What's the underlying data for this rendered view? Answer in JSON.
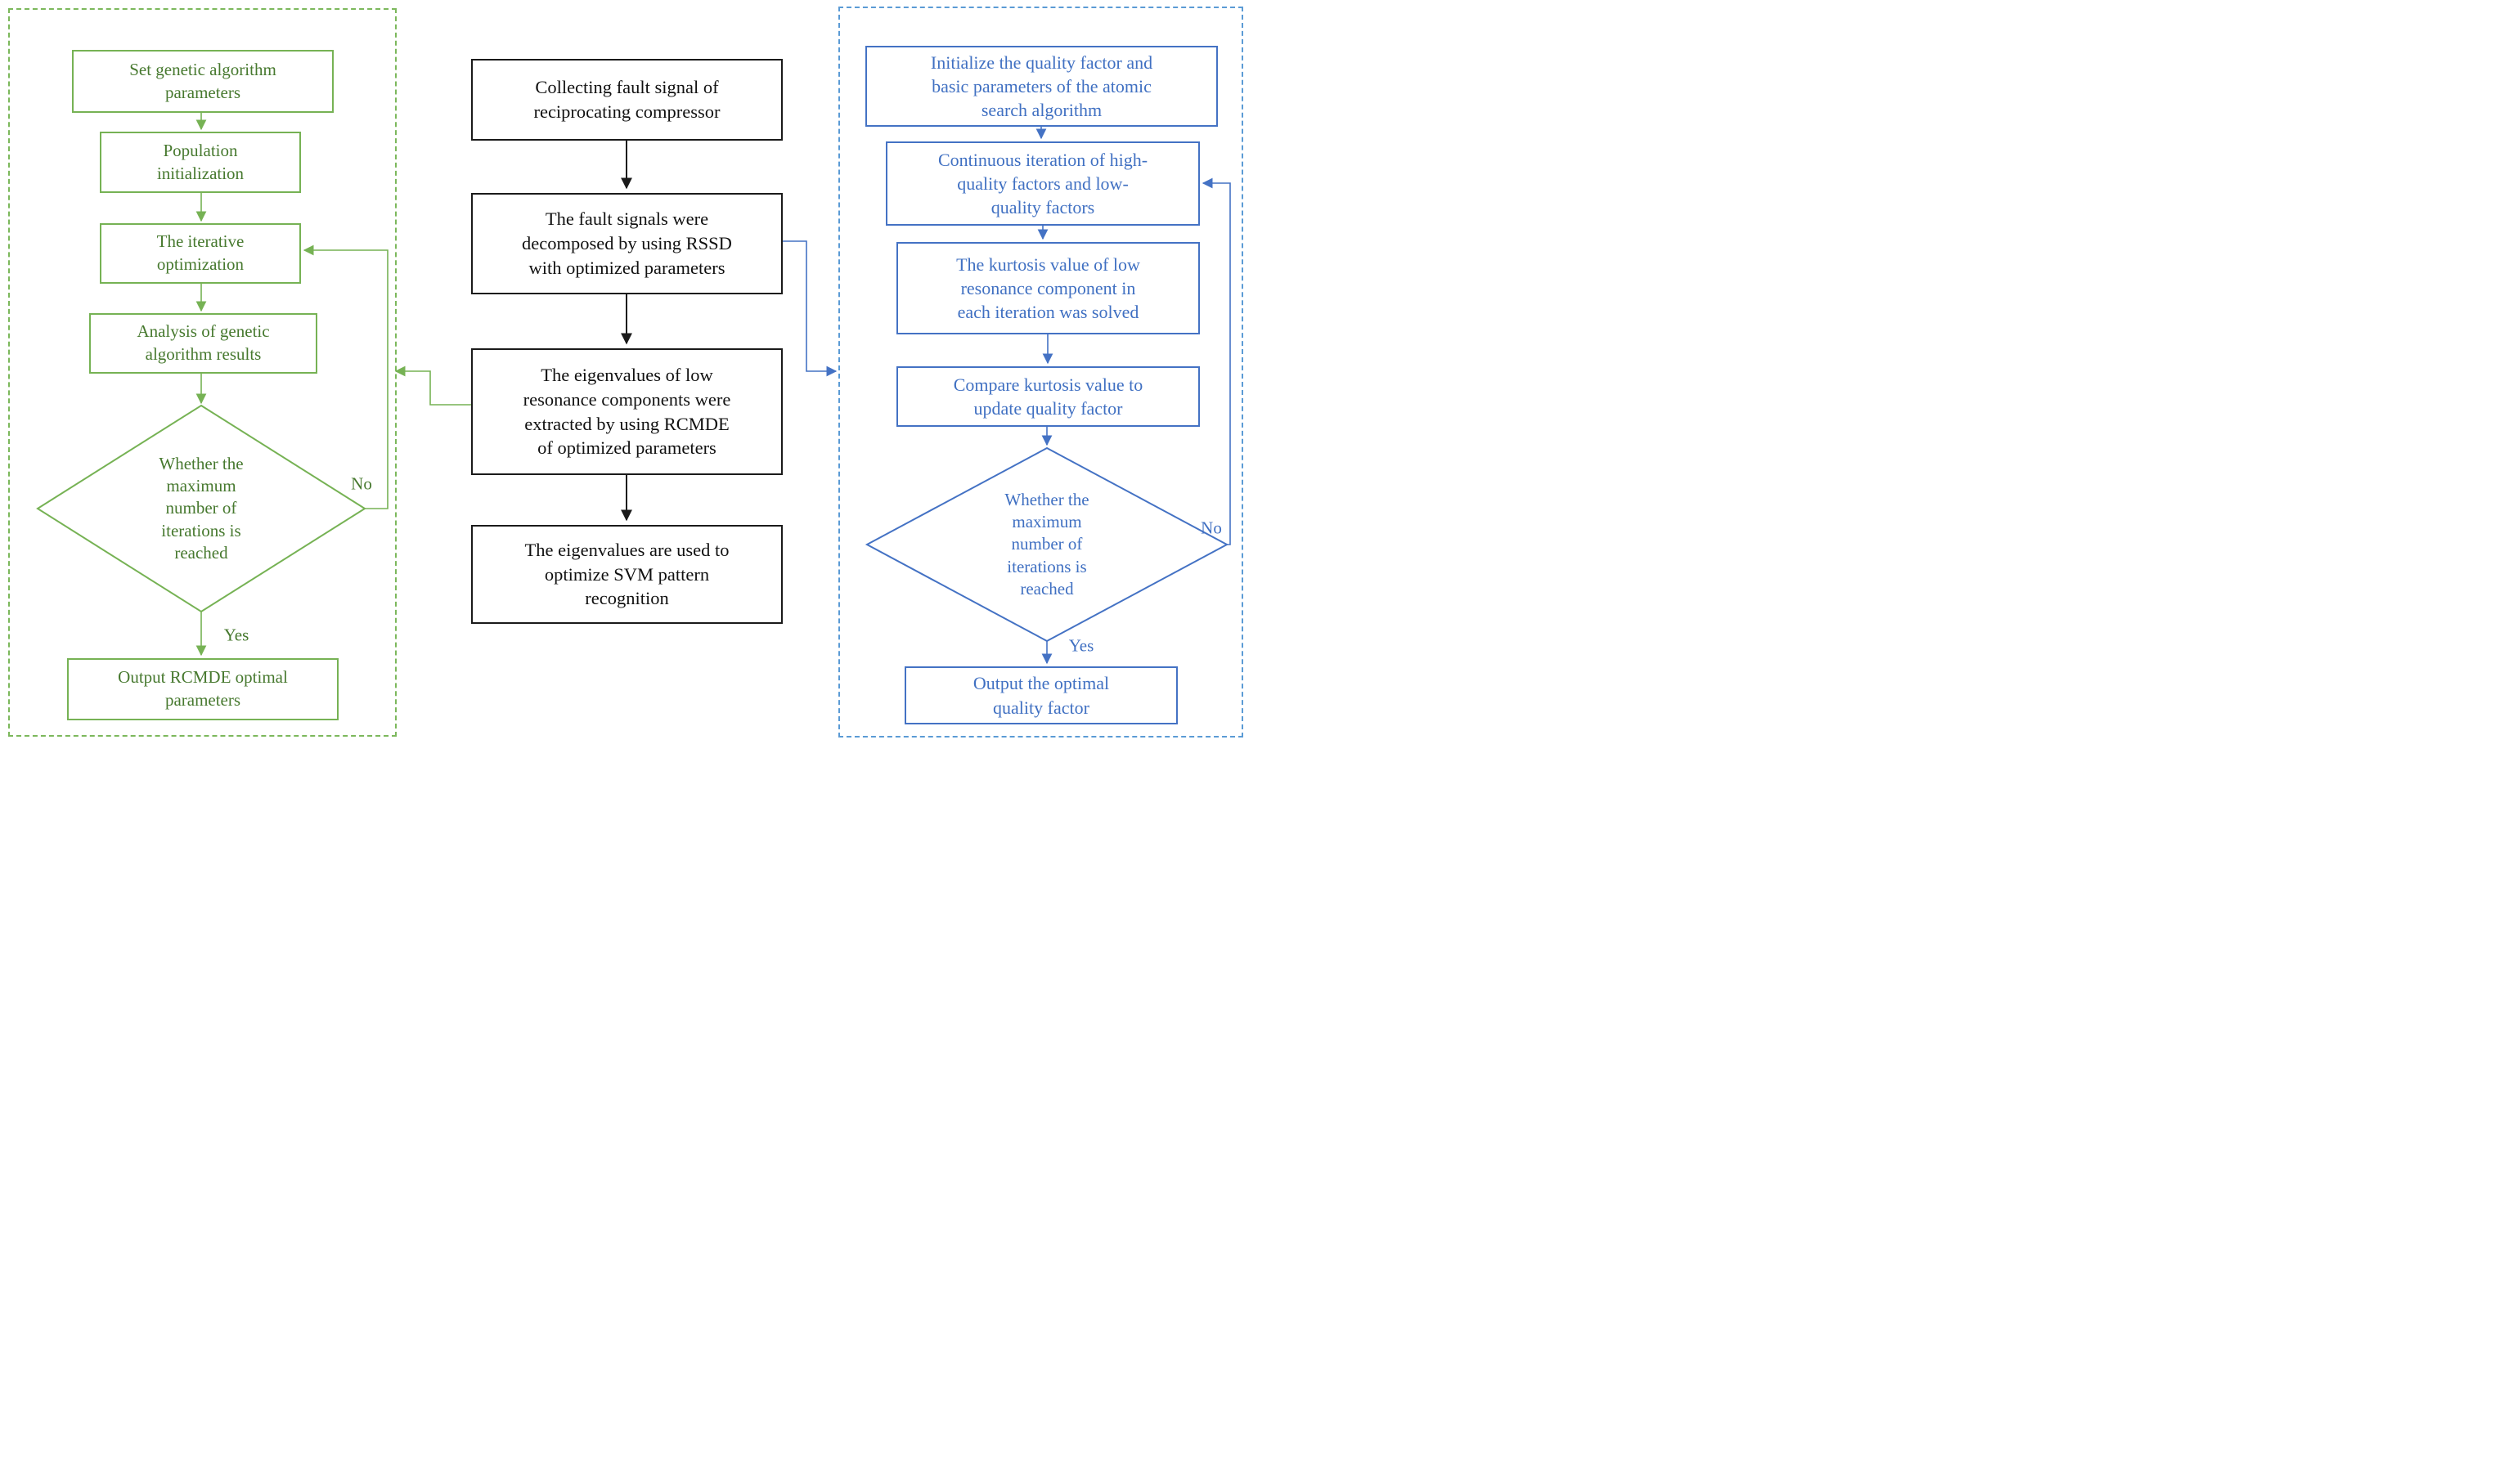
{
  "colors": {
    "green": {
      "border": "#76b254",
      "text": "#47792f",
      "dash": "#7cb85c"
    },
    "blue": {
      "border": "#4472c4",
      "text": "#4070c2",
      "dash": "#5b9bd5"
    },
    "black": {
      "border": "#1a1a1a",
      "text": "#111111"
    }
  },
  "ga": {
    "boxes": {
      "set_params": "Set genetic algorithm\nparameters",
      "population_init": "Population\ninitialization",
      "iterative_opt": "The iterative\noptimization",
      "analysis": "Analysis of genetic\nalgorithm results",
      "output": "Output RCMDE optimal\nparameters"
    },
    "diamond": "Whether the\nmaximum\nnumber of\niterations is\nreached",
    "yes_label": "Yes",
    "no_label": "No"
  },
  "main": {
    "boxes": {
      "collect": "Collecting fault signal of\nreciprocating compressor",
      "rssd": "The fault signals were\ndecomposed by using RSSD\nwith optimized parameters",
      "rcmde": "The eigenvalues of low\nresonance components were\nextracted by using RCMDE\nof optimized parameters",
      "svm": "The eigenvalues are used to\noptimize SVM pattern\nrecognition"
    }
  },
  "asa": {
    "boxes": {
      "initialize": "Initialize the quality factor and\nbasic parameters of the atomic\nsearch algorithm",
      "iteration": "Continuous iteration of high-\nquality factors and low-\nquality factors",
      "kurtosis": "The kurtosis value of low\nresonance component in\neach iteration was solved",
      "compare": "Compare kurtosis value to\nupdate quality factor",
      "output": "Output the optimal\nquality factor"
    },
    "diamond": "Whether the\nmaximum\nnumber of\niterations is\nreached",
    "yes_label": "Yes",
    "no_label": "No"
  }
}
